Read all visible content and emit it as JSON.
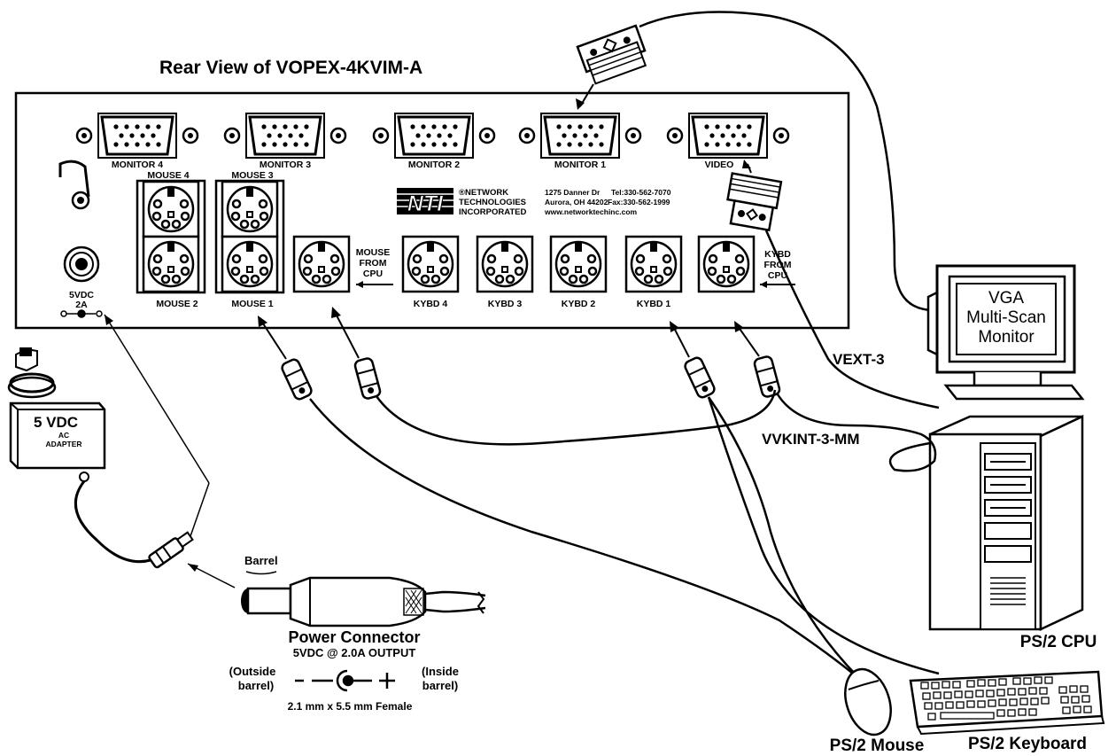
{
  "title": "Rear View of VOPEX-4KVIM-A",
  "video_ports": {
    "monitor4": "MONITOR 4",
    "monitor3": "MONITOR 3",
    "monitor2": "MONITOR 2",
    "monitor1": "MONITOR 1",
    "video": "VIDEO"
  },
  "mouse_ports": {
    "mouse4": "MOUSE 4",
    "mouse3": "MOUSE 3",
    "mouse2": "MOUSE 2",
    "mouse1": "MOUSE 1"
  },
  "mouse_from_cpu": [
    "MOUSE",
    "FROM",
    "CPU"
  ],
  "kybd_from_cpu": [
    "KYBD",
    "FROM",
    "CPU"
  ],
  "kybd_ports": {
    "kybd4": "KYBD 4",
    "kybd3": "KYBD 3",
    "kybd2": "KYBD 2",
    "kybd1": "KYBD 1"
  },
  "power_jack": {
    "line1": "5VDC",
    "line2": "2A"
  },
  "company": {
    "lines": [
      "®NETWORK",
      "TECHNOLOGIES",
      "INCORPORATED"
    ],
    "address": [
      "1275 Danner Dr",
      "Aurora, OH 44202"
    ],
    "contact": [
      "Tel:330-562-7070",
      "Fax:330-562-1999"
    ],
    "web": "www.networktechinc.com"
  },
  "adapter": {
    "line1": "5 VDC",
    "line2": "AC",
    "line3": "ADAPTER"
  },
  "monitor_screen": [
    "VGA",
    "Multi-Scan",
    "Monitor"
  ],
  "cables": {
    "video": "VEXT-3",
    "kvm": "VVKINT-3-MM"
  },
  "devices": {
    "cpu": "PS/2 CPU",
    "mouse": "PS/2 Mouse",
    "keyboard": "PS/2 Keyboard"
  },
  "power_connector": {
    "barrel": "Barrel",
    "title": "Power Connector",
    "output": "5VDC @ 2.0A OUTPUT",
    "outside": [
      "(Outside",
      "barrel)"
    ],
    "inside": [
      "(Inside",
      "barrel)"
    ],
    "size": "2.1 mm x 5.5 mm Female"
  }
}
